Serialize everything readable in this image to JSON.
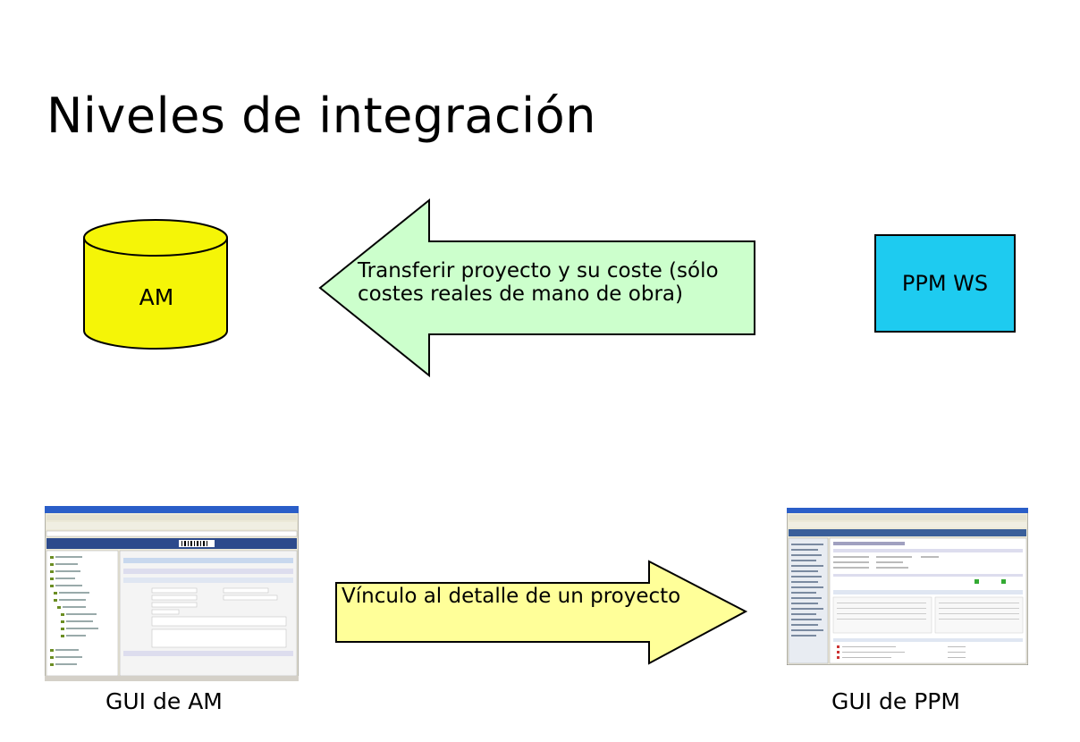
{
  "slide": {
    "title": "Niveles de integración"
  },
  "database": {
    "label": "AM",
    "fill_color": "#f5f507"
  },
  "ppm_box": {
    "label": "PPM WS",
    "fill_color": "#1ecbf0"
  },
  "transfer_arrow": {
    "line1": "Transferir proyecto y su coste (sólo",
    "line2": "costes reales de mano de obra)",
    "fill_color": "#ccffcc",
    "direction": "left"
  },
  "link_arrow": {
    "label": "Vínculo al detalle de un proyecto",
    "fill_color": "#ffff99",
    "direction": "right"
  },
  "am_screenshot": {
    "caption": "GUI de AM"
  },
  "ppm_screenshot": {
    "caption": "GUI de PPM"
  }
}
